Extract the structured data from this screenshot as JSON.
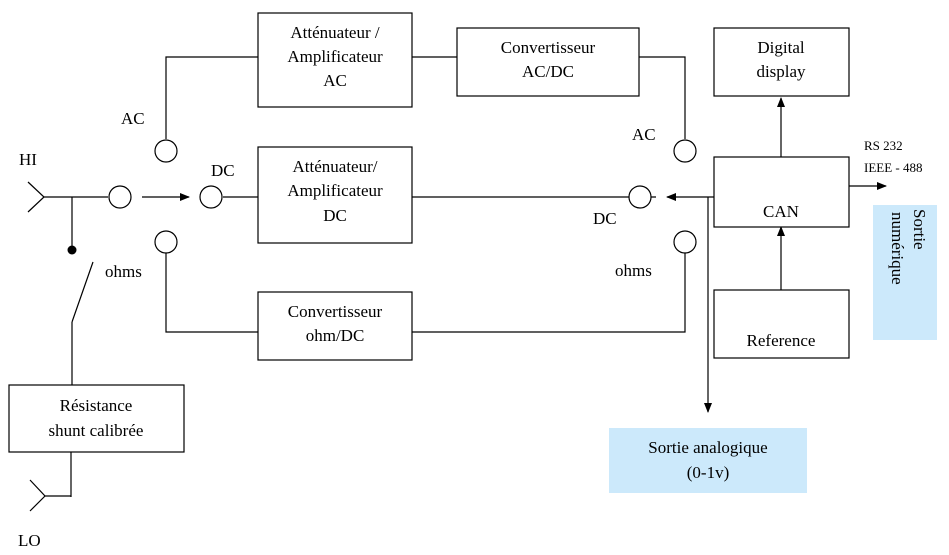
{
  "colors": {
    "line": "#000000",
    "box_fill": "#ffffff",
    "highlight_fill": "#cce9fb"
  },
  "terminals": {
    "hi": "HI",
    "lo": "LO"
  },
  "blocks": {
    "att_ac": [
      "Atténuateur /",
      "Amplificateur",
      "AC"
    ],
    "conv_acdc": [
      "Convertisseur",
      "AC/DC"
    ],
    "digital_display": [
      "Digital",
      "display"
    ],
    "att_dc": [
      "Atténuateur/",
      "Amplificateur",
      "DC"
    ],
    "can": "CAN",
    "conv_ohm": [
      "Convertisseur",
      "ohm/DC"
    ],
    "reference": "Reference",
    "shunt": [
      "Résistance",
      "shunt calibrée"
    ],
    "analog_out": [
      "Sortie analogique",
      "(0-1v)"
    ],
    "digital_out": [
      "Sortie",
      "numérique"
    ]
  },
  "switch_labels": {
    "ac_left": "AC",
    "dc_left": "DC",
    "ohms_left": "ohms",
    "ac_right": "AC",
    "dc_right": "DC",
    "ohms_right": "ohms"
  },
  "interfaces": {
    "rs232": "RS 232",
    "ieee": "IEEE - 488"
  }
}
